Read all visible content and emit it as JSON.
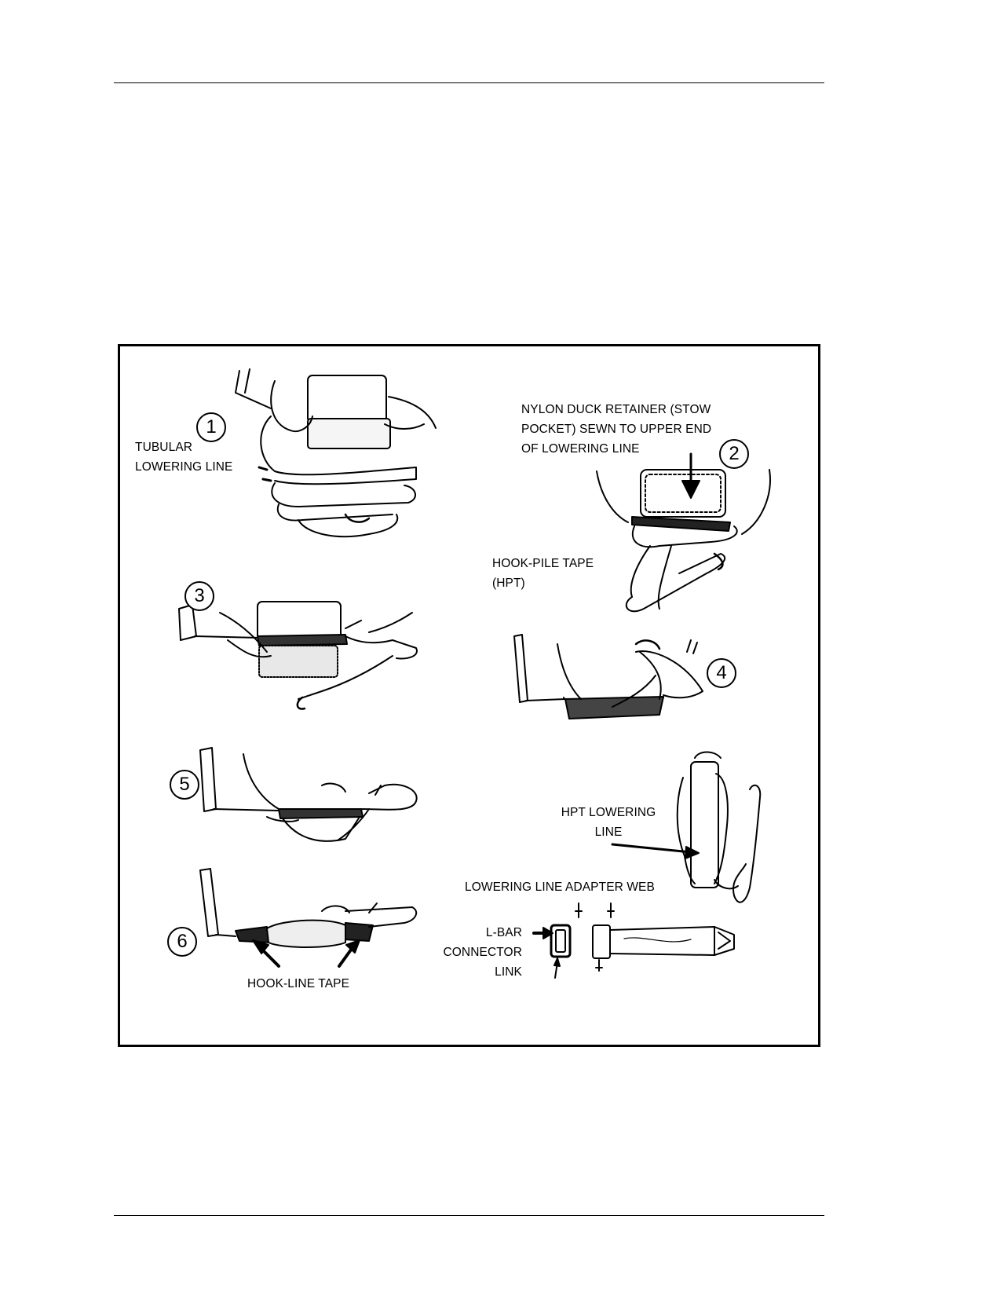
{
  "steps": [
    "1",
    "2",
    "3",
    "4",
    "5",
    "6"
  ],
  "labels": {
    "tubular_lowering_line": [
      "TUBULAR",
      "LOWERING LINE"
    ],
    "nylon_duck_retainer": [
      "NYLON DUCK RETAINER (STOW",
      "POCKET) SEWN TO UPPER END",
      "OF LOWERING LINE"
    ],
    "hook_pile_tape": [
      "HOOK-PILE TAPE",
      "(HPT)"
    ],
    "hpt_lowering_line": [
      "HPT LOWERING",
      "LINE"
    ],
    "lowering_line_adapter_web": "LOWERING LINE ADAPTER WEB",
    "l_bar_connector_link": [
      "L-BAR",
      "CONNECTOR",
      "LINK"
    ],
    "hook_line_tape": "HOOK-LINE TAPE"
  }
}
